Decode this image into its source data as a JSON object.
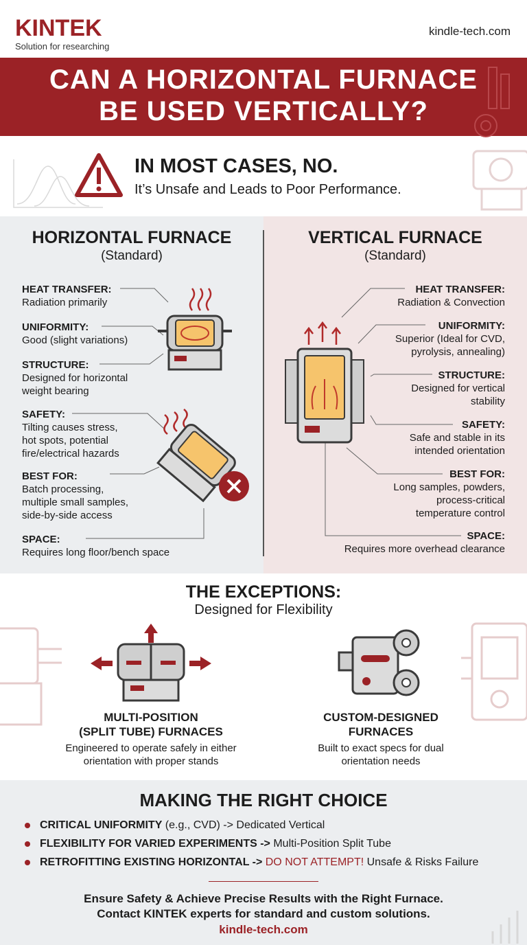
{
  "brand": {
    "name": "KINTEK",
    "tagline": "Solution for researching"
  },
  "site": "kindle-tech.com",
  "banner": {
    "line1": "CAN A HORIZONTAL FURNACE",
    "line2": "BE USED VERTICALLY?"
  },
  "verdict": {
    "headline": "IN MOST CASES, NO.",
    "subline": "It’s Unsafe and Leads to Poor Performance."
  },
  "horizontal": {
    "title": "HORIZONTAL FURNACE",
    "subtitle": "(Standard)",
    "features": [
      {
        "heading": "HEAT TRANSFER:",
        "text": "Radiation primarily"
      },
      {
        "heading": "UNIFORMITY:",
        "text": "Good (slight variations)"
      },
      {
        "heading": "STRUCTURE:",
        "text": "Designed for horizontal\nweight bearing"
      },
      {
        "heading": "SAFETY:",
        "text": "Tilting causes stress,\nhot spots, potential\nfire/electrical hazards"
      },
      {
        "heading": "BEST FOR:",
        "text": "Batch processing,\nmultiple small samples,\nside-by-side access"
      },
      {
        "heading": "SPACE:",
        "text": "Requires long floor/bench space"
      }
    ]
  },
  "vertical": {
    "title": "VERTICAL FURNACE",
    "subtitle": "(Standard)",
    "features": [
      {
        "heading": "HEAT TRANSFER:",
        "text": "Radiation & Convection"
      },
      {
        "heading": "UNIFORMITY:",
        "text": "Superior (Ideal for CVD,\npyrolysis, annealing)"
      },
      {
        "heading": "STRUCTURE:",
        "text": "Designed for vertical\nstability"
      },
      {
        "heading": "SAFETY:",
        "text": "Safe and stable in its\nintended orientation"
      },
      {
        "heading": "BEST FOR:",
        "text": "Long samples, powders,\nprocess-critical\ntemperature control"
      },
      {
        "heading": "SPACE:",
        "text": "Requires more overhead clearance"
      }
    ]
  },
  "exceptions": {
    "title": "THE EXCEPTIONS:",
    "subtitle": "Designed for Flexibility",
    "items": [
      {
        "name_line1": "MULTI-POSITION",
        "name_line2": "(SPLIT TUBE) FURNACES",
        "desc_line1": "Engineered to operate safely in either",
        "desc_line2": "orientation with proper stands"
      },
      {
        "name_line1": "CUSTOM-DESIGNED",
        "name_line2": "FURNACES",
        "desc_line1": "Built to exact specs for dual",
        "desc_line2": "orientation needs"
      }
    ]
  },
  "choice": {
    "title": "MAKING THE RIGHT CHOICE",
    "items": [
      {
        "bold": "CRITICAL UNIFORMITY",
        "rest": " (e.g., CVD) -> Dedicated Vertical",
        "warn": "",
        "tail": ""
      },
      {
        "bold": "FLEXIBILITY FOR VARIED EXPERIMENTS ->",
        "rest": " Multi-Position Split Tube",
        "warn": "",
        "tail": ""
      },
      {
        "bold": "RETROFITTING EXISTING HORIZONTAL ->",
        "rest": " ",
        "warn": "DO NOT ATTEMPT!",
        "tail": " Unsafe & Risks Failure"
      }
    ]
  },
  "footer": {
    "line1": "Ensure Safety & Achieve Precise Results with the Right Furnace.",
    "line2": "Contact KINTEK experts for standard and custom solutions.",
    "site": "kindle-tech.com"
  },
  "colors": {
    "accent": "#9b2226",
    "panel_left": "#eceef0",
    "panel_right": "#f2e5e5"
  }
}
